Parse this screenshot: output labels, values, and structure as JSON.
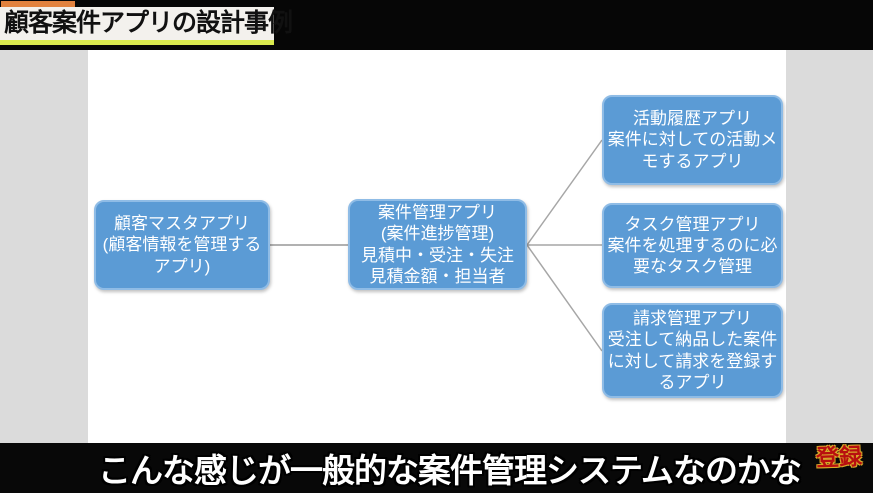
{
  "header": {
    "title": "顧客案件アプリの設計事例"
  },
  "diagram": {
    "nodes": [
      {
        "id": "customer-master",
        "label": "顧客マスタアプリ\n(顧客情報を管理する\nアプリ)"
      },
      {
        "id": "case-management",
        "label": "案件管理アプリ\n(案件進捗管理)\n見積中・受注・失注\n見積金額・担当者"
      },
      {
        "id": "activity-history",
        "label": "活動履歴アプリ\n案件に対しての活動メ\nモするアプリ"
      },
      {
        "id": "task-management",
        "label": "タスク管理アプリ\n案件を処理するのに必\n要なタスク管理"
      },
      {
        "id": "billing-management",
        "label": "請求管理アプリ\n受注して納品した案件\nに対して請求を登録す\nるアプリ"
      }
    ],
    "edges": [
      {
        "from": "customer-master",
        "to": "case-management"
      },
      {
        "from": "case-management",
        "to": "activity-history"
      },
      {
        "from": "case-management",
        "to": "task-management"
      },
      {
        "from": "case-management",
        "to": "billing-management"
      }
    ]
  },
  "caption": {
    "text": "こんな感じが一般的な案件管理システムなのかな"
  },
  "badge": {
    "text": "登録"
  },
  "colors": {
    "node_fill": "#5B9BD5",
    "node_border": "#8FBCE6",
    "connector": "#A6A6A6",
    "title_accent_orange": "#E2823E",
    "title_accent_green": "#D9E94E",
    "stamp_red": "#B80F0F",
    "stamp_gold": "#D9A82A"
  }
}
